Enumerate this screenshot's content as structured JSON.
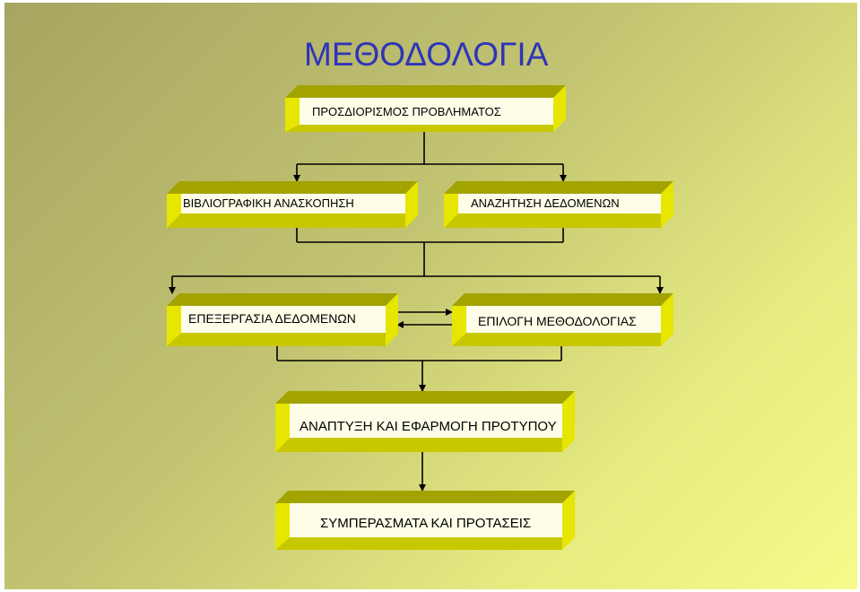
{
  "title": "ΜΕΘΟΔΟΛΟΓΙΑ",
  "boxes": {
    "problem": "ΠΡΟΣΔΙΟΡΙΣΜΟΣ ΠΡΟΒΛΗΜΑΤΟΣ",
    "literature": "ΒΙΒΛΙΟΓΡΑΦΙΚΗ ΑΝΑΣΚΟΠΗΣΗ",
    "data_search": "ΑΝΑΖΗΤΗΣΗ ΔΕΔΟΜΕΝΩΝ",
    "data_processing": "ΕΠΕΞΕΡΓΑΣΙΑ ΔΕΔΟΜΕΝΩΝ",
    "method_selection": "ΕΠΙΛΟΓΗ ΜΕΘΟΔΟΛΟΓΙΑΣ",
    "model_development": "ΑΝΑΠΤΥΞΗ ΚΑΙ ΕΦΑΡΜΟΓΗ ΠΡΟΤΥΠΟΥ",
    "conclusions": "ΣΥΜΠΕΡΑΣΜΑΤΑ ΚΑΙ ΠΡΟΤΑΣΕΙΣ"
  },
  "colors": {
    "title": "#2f34b8",
    "box_face": "#fdfde8",
    "box_bevel_light": "#e6e600",
    "box_bevel_dark": "#a3a300",
    "box_bevel_mid": "#c8c800",
    "connector": "#000000"
  }
}
